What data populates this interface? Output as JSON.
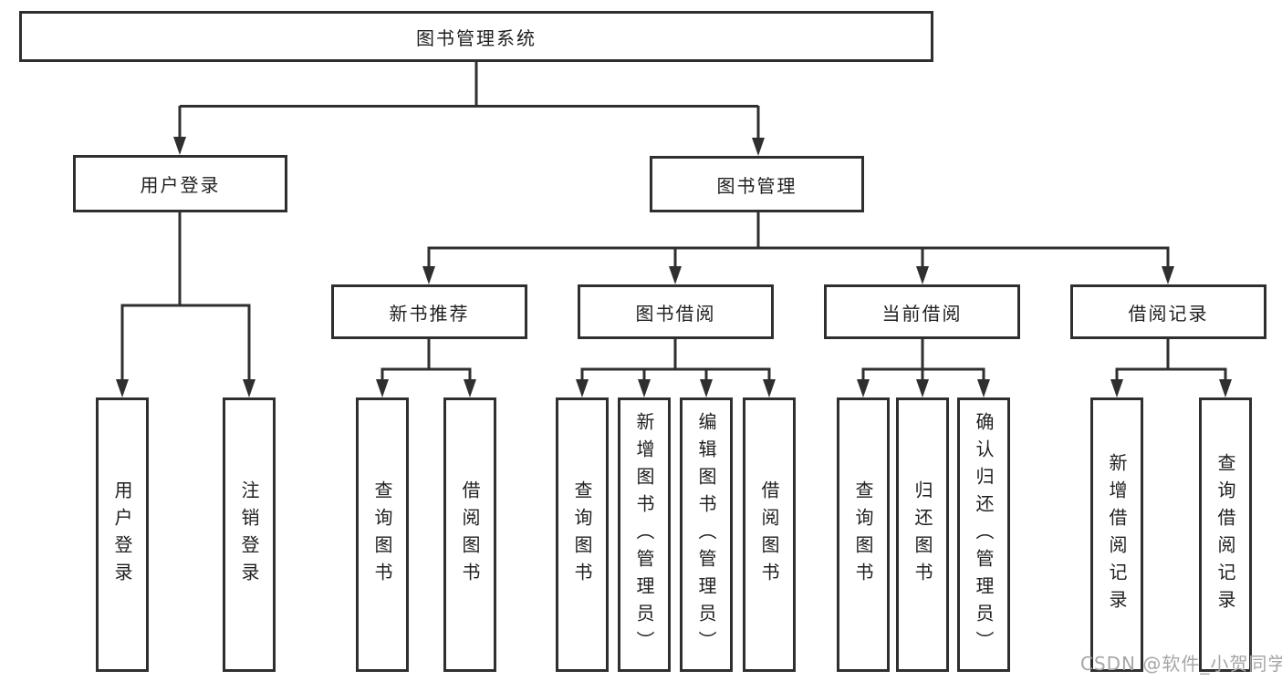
{
  "diagram": {
    "root": {
      "label": "图书管理系统"
    },
    "branches": [
      {
        "label": "用户登录",
        "children": [
          {
            "label": "用户登录"
          },
          {
            "label": "注销登录"
          }
        ]
      },
      {
        "label": "图书管理",
        "sections": [
          {
            "label": "新书推荐",
            "children": [
              {
                "label": "查询图书"
              },
              {
                "label": "借阅图书"
              }
            ]
          },
          {
            "label": "图书借阅",
            "children": [
              {
                "label": "查询图书"
              },
              {
                "label": "新增图书（管理员）"
              },
              {
                "label": "编辑图书（管理员）"
              },
              {
                "label": "借阅图书"
              }
            ]
          },
          {
            "label": "当前借阅",
            "children": [
              {
                "label": "查询图书"
              },
              {
                "label": "归还图书"
              },
              {
                "label": "确认归还（管理员）"
              }
            ]
          },
          {
            "label": "借阅记录",
            "children": [
              {
                "label": "新增借阅记录"
              },
              {
                "label": "查询借阅记录"
              }
            ]
          }
        ]
      }
    ],
    "watermark": "CSDN @软件_小贺同学",
    "colors": {
      "line": "#2f2f2f",
      "text": "#1f1f1f",
      "box_fill": "#ffffff",
      "watermark": "#a6a6a6"
    }
  }
}
